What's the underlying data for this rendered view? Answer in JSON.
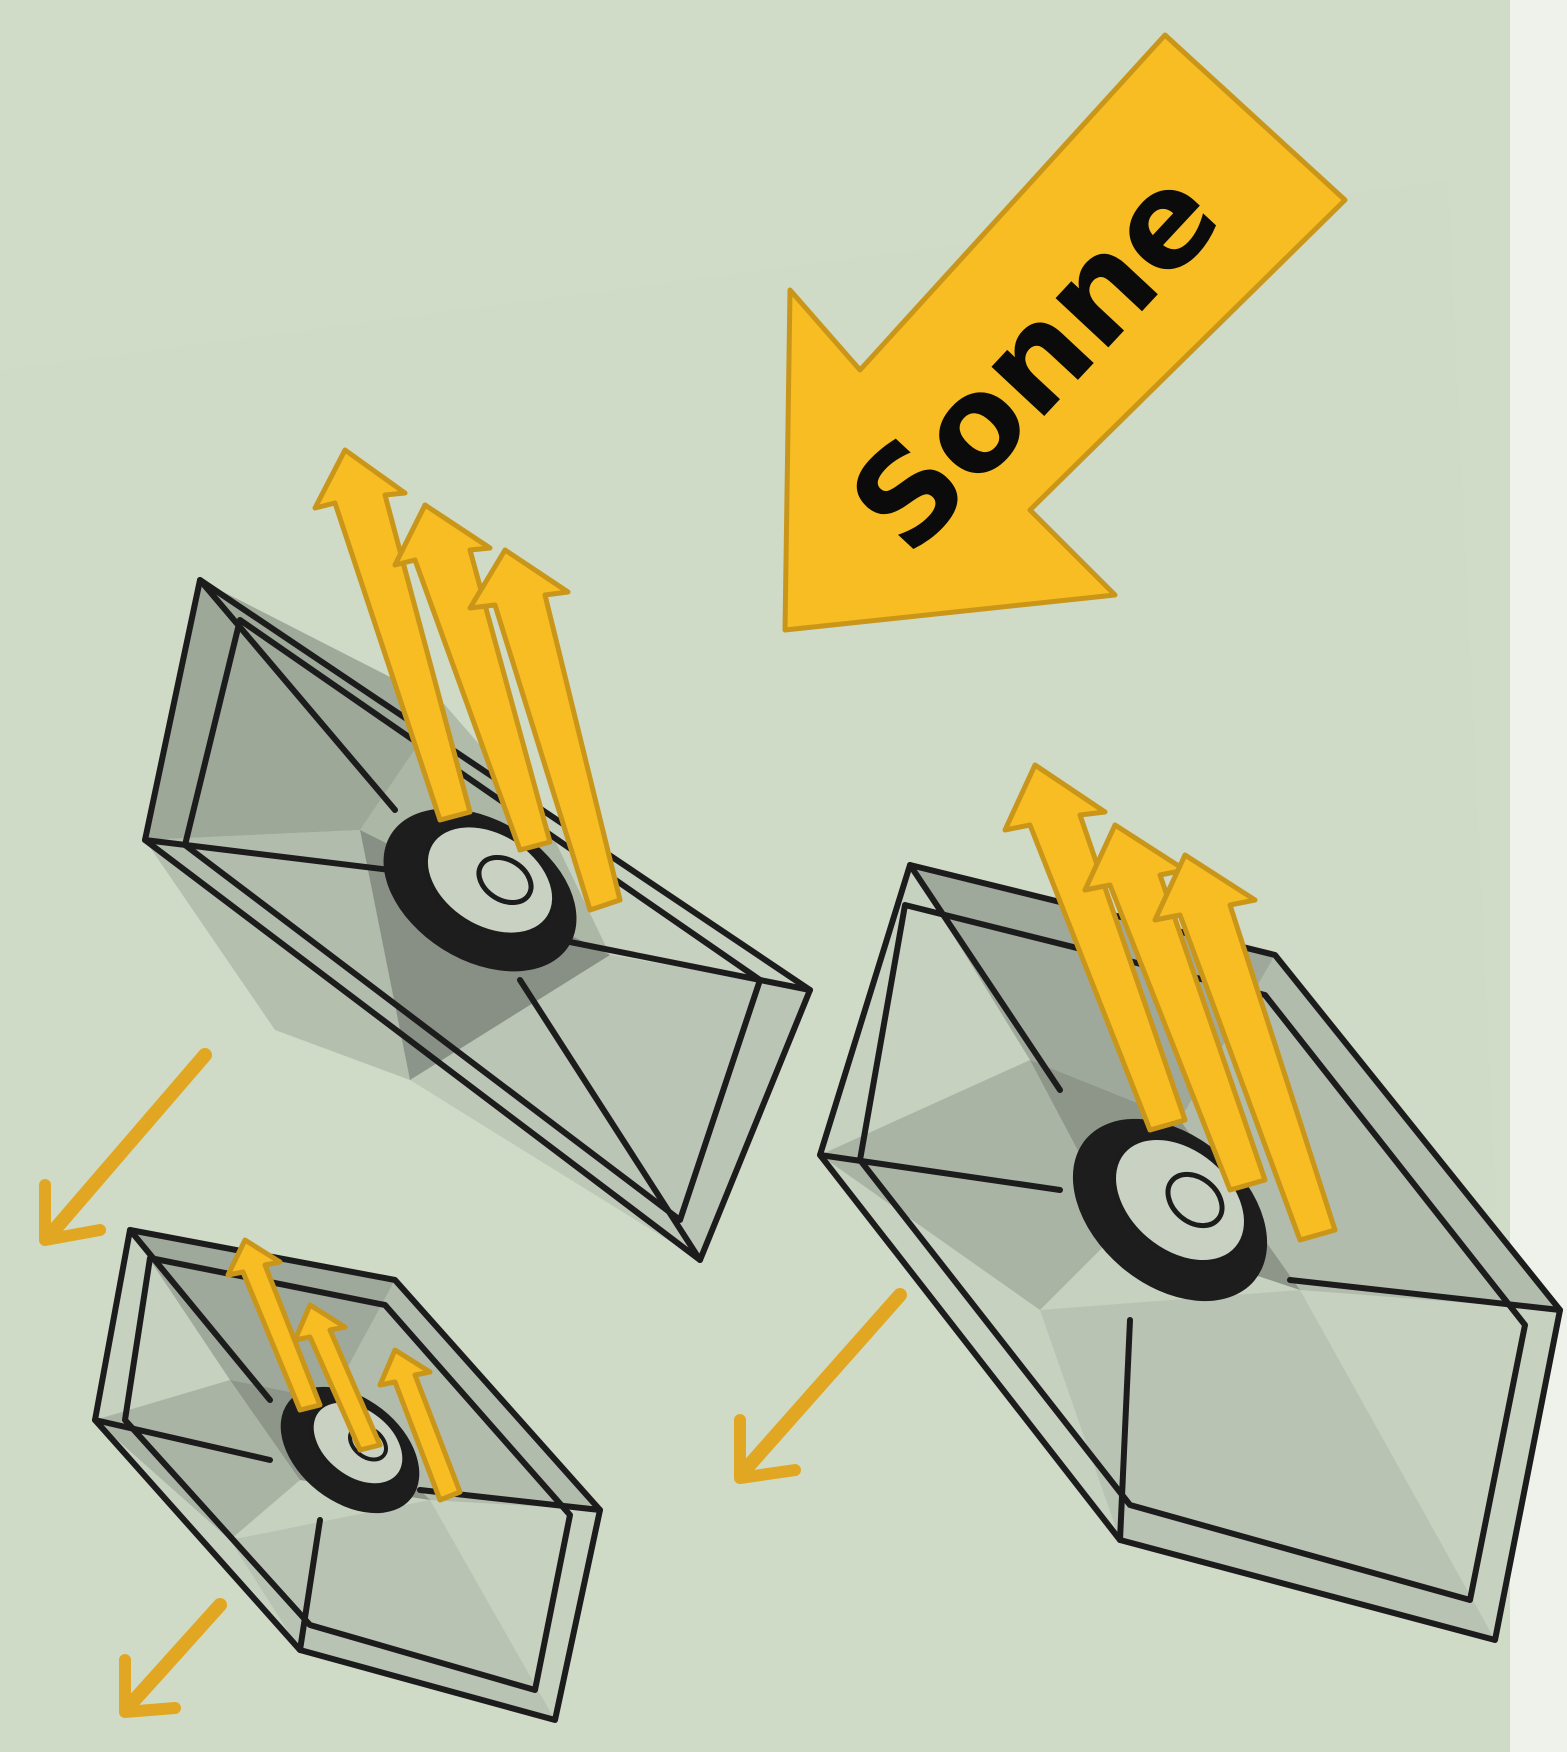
{
  "sun": {
    "label": "Sonne",
    "icon": "sun-direction-arrow-icon"
  },
  "colors": {
    "background": "#d0dcc7",
    "background_light": "#d6e1cd",
    "right_strip": "#eef2ea",
    "arrow_fill": "#f8bd22",
    "arrow_outline": "#c9961a",
    "outgoing_arrow": "#e2a722",
    "reflector_outline": "#1c1c1c",
    "reflector_shade": "#8f998b",
    "reflector_face": "#c4cfbd"
  },
  "reflectors": [
    {
      "name": "large-reflector-top-left",
      "reflected_rays": 3,
      "scattered_rays": 1
    },
    {
      "name": "large-reflector-right",
      "reflected_rays": 3,
      "scattered_rays": 1
    },
    {
      "name": "small-reflector-bottom-left",
      "reflected_rays": 3,
      "scattered_rays": 1
    }
  ]
}
